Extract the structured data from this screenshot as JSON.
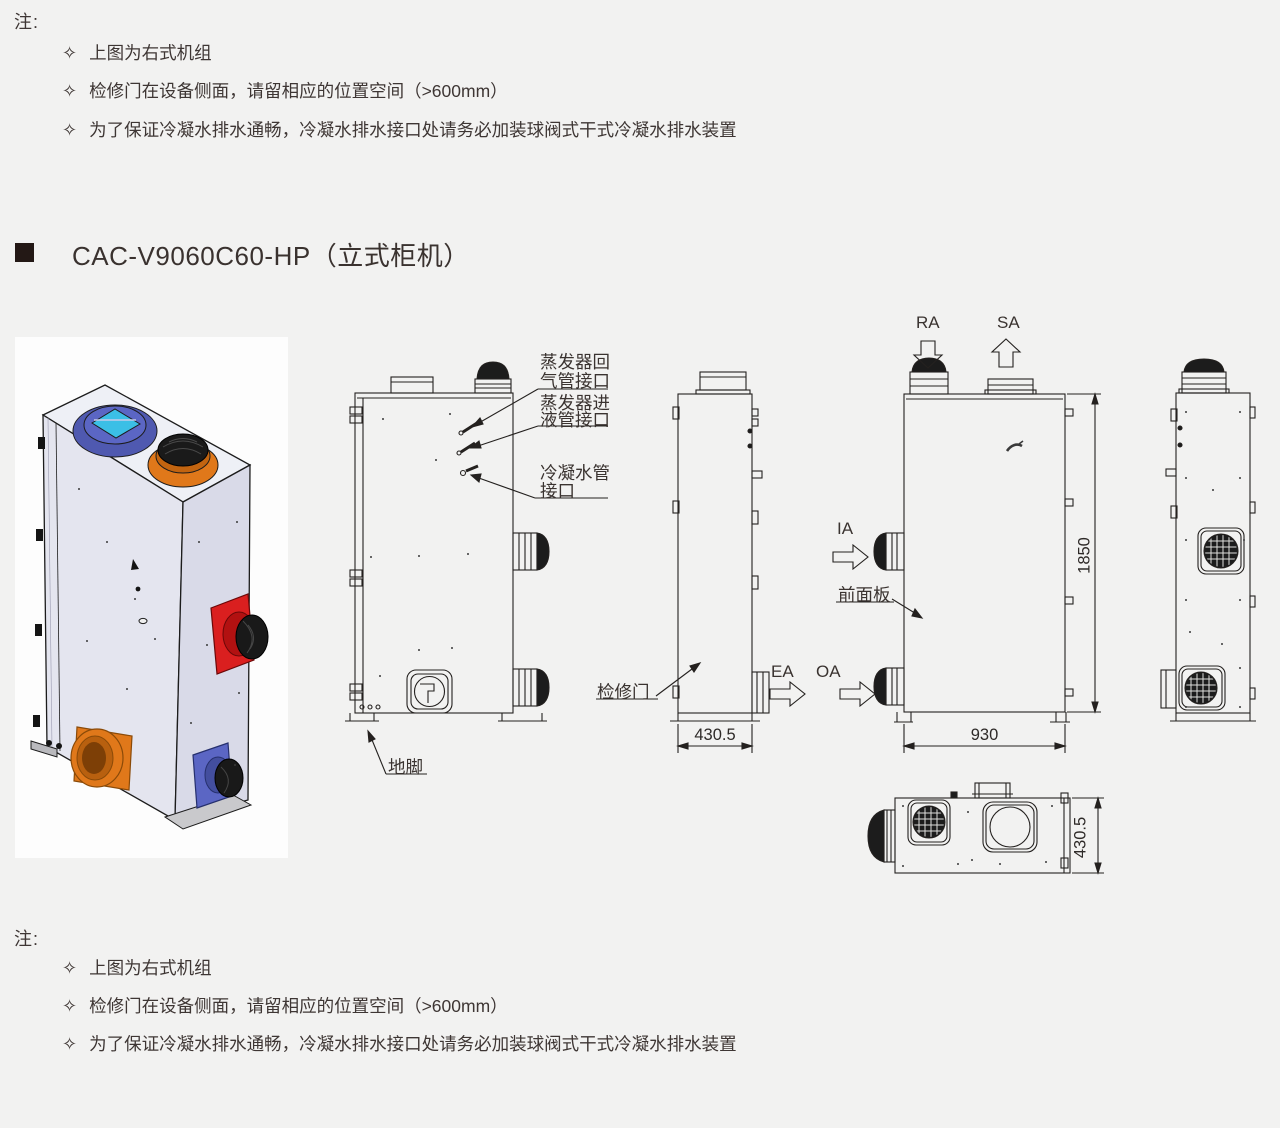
{
  "notes_top": {
    "heading": "注:",
    "bullet": "✧",
    "items": [
      "上图为右式机组",
      "检修门在设备侧面，请留相应的位置空间（>600mm）",
      "为了保证冷凝水排水通畅，冷凝水排水接口处请务必加装球阀式干式冷凝水排水装置"
    ]
  },
  "section": {
    "title": "CAC-V9060C60-HP（立式柜机）"
  },
  "labels": {
    "evap_return_1": "蒸发器回",
    "evap_return_2": "气管接口",
    "evap_liquid_1": "蒸发器进",
    "evap_liquid_2": "液管接口",
    "drain_1": "冷凝水管",
    "drain_2": "接口",
    "foot": "地脚",
    "access_door": "检修门",
    "front_panel": "前面板"
  },
  "airflow": {
    "ra": "RA",
    "sa": "SA",
    "ia": "IA",
    "ea": "EA",
    "oa": "OA"
  },
  "dimensions": {
    "side_depth": "430.5",
    "front_width": "930",
    "height": "1850",
    "top_depth": "430.5"
  },
  "notes_bottom": {
    "heading": "注:",
    "bullet": "✧",
    "items": [
      "上图为右式机组",
      "检修门在设备侧面，请留相应的位置空间（>600mm）",
      "为了保证冷凝水排水通畅，冷凝水排水接口处请务必加装球阀式干式冷凝水排水装置"
    ]
  }
}
